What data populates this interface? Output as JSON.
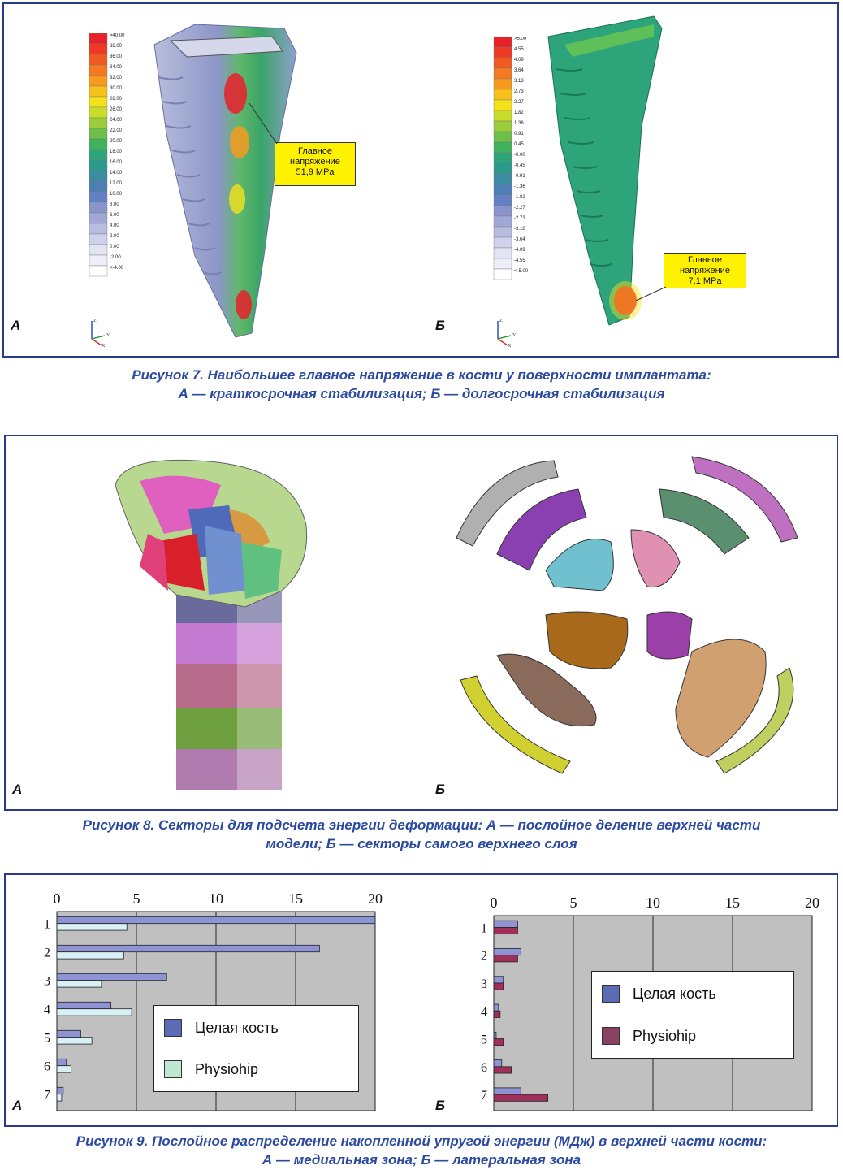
{
  "figure7": {
    "panel_a": {
      "label": "А",
      "scale_values": [
        ">40.00",
        "38.00",
        "36.00",
        "34.00",
        "32.00",
        "30.00",
        "28.00",
        "26.00",
        "24.00",
        "22.00",
        "20.00",
        "18.00",
        "16.00",
        "14.00",
        "12.00",
        "10.00",
        "8.00",
        "6.00",
        "4.00",
        "2.00",
        "0.00",
        "-2.00",
        "<-4.00"
      ],
      "callout": [
        "Главное",
        "напряжение",
        "51,9 MPa"
      ]
    },
    "panel_b": {
      "label": "Б",
      "scale_values": [
        ">5.00",
        "4.55",
        "4.09",
        "3.64",
        "3.18",
        "2.73",
        "2.27",
        "1.82",
        "1.36",
        "0.91",
        "0.45",
        "-0.00",
        "-0.45",
        "-0.91",
        "-1.36",
        "-1.82",
        "-2.27",
        "-2.73",
        "-3.18",
        "-3.64",
        "-4.09",
        "-4.55",
        "<-5.00"
      ],
      "callout": [
        "Главное",
        "напряжение",
        "7,1 MPa"
      ]
    },
    "axis_labels": {
      "z": "Z",
      "y": "Y",
      "x": "X"
    },
    "scale_colors": [
      "#e8202a",
      "#ee3a24",
      "#f05a22",
      "#f47920",
      "#f79a1e",
      "#f8c01a",
      "#f3e21a",
      "#c8dc2a",
      "#9ccc3a",
      "#6cbf48",
      "#40b25c",
      "#2ea47a",
      "#2a9a8c",
      "#3a8ca0",
      "#4c80b4",
      "#6480c4",
      "#8a94cc",
      "#a2a8d6",
      "#b8bde0",
      "#cfd2ea",
      "#e2e4f2",
      "#eeeef8",
      "#ffffff"
    ]
  },
  "caption7": {
    "line1": "Рисунок 7. Наибольшее главное напряжение в кости у поверхности имплантата:",
    "line2": "А — краткосрочная стабилизация; Б — долгосрочная стабилизация"
  },
  "figure8": {
    "panel_a": {
      "label": "А"
    },
    "panel_b": {
      "label": "Б"
    }
  },
  "caption8": {
    "line1": "Рисунок 8. Секторы для подсчета энергии деформации: А — послойное деление верхней части",
    "line2": "модели; Б — секторы самого верхнего слоя"
  },
  "chart_data": [
    {
      "type": "bar",
      "orientation": "horizontal",
      "panel_label": "А",
      "categories": [
        "1",
        "2",
        "3",
        "4",
        "5",
        "6",
        "7"
      ],
      "series": [
        {
          "name": "Целая кость",
          "color": "#8e93d4",
          "values": [
            20.0,
            16.5,
            6.9,
            3.4,
            1.5,
            0.6,
            0.4
          ]
        },
        {
          "name": "Physiohip",
          "color": "#d9f1f4",
          "values": [
            4.4,
            4.2,
            2.8,
            4.7,
            2.2,
            0.9,
            0.3
          ]
        }
      ],
      "xlim": [
        0,
        20
      ],
      "xticks": [
        "0",
        "5",
        "10",
        "15",
        "20"
      ],
      "grid": true,
      "legend_position": "center-right",
      "legend_swatch_colors": [
        "#5b6cb4",
        "#bfe8d4"
      ]
    },
    {
      "type": "bar",
      "orientation": "horizontal",
      "panel_label": "Б",
      "categories": [
        "1",
        "2",
        "3",
        "4",
        "5",
        "6",
        "7"
      ],
      "series": [
        {
          "name": "Целая кость",
          "color": "#8e93d4",
          "values": [
            1.5,
            1.7,
            0.6,
            0.3,
            0.15,
            0.5,
            1.7
          ]
        },
        {
          "name": "Physiohip",
          "color": "#a0305a",
          "values": [
            1.5,
            1.5,
            0.6,
            0.4,
            0.6,
            1.1,
            3.4
          ]
        }
      ],
      "xlim": [
        0,
        20
      ],
      "xticks": [
        "0",
        "5",
        "10",
        "15",
        "20"
      ],
      "grid": true,
      "legend_position": "center-right",
      "legend_swatch_colors": [
        "#5b6cb4",
        "#8a4060"
      ]
    }
  ],
  "caption9": {
    "line1": "Рисунок 9. Послойное распределение накопленной упругой энергии (МДж) в верхней части кости:",
    "line2": "А — медиальная зона; Б — латеральная зона"
  }
}
